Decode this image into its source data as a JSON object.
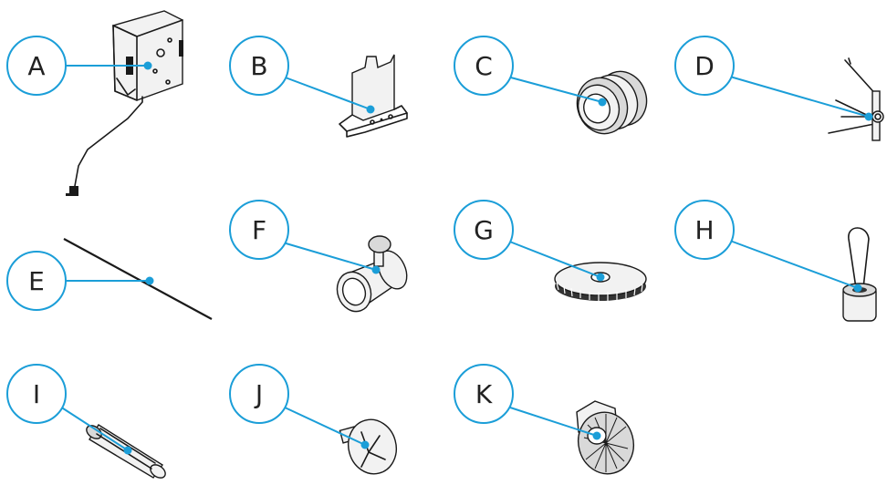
{
  "parts": [
    {
      "id": "A",
      "label": "A",
      "name": "box-with-cord"
    },
    {
      "id": "B",
      "label": "B",
      "name": "bracket"
    },
    {
      "id": "C",
      "label": "C",
      "name": "grommet"
    },
    {
      "id": "D",
      "label": "D",
      "name": "spring-clip"
    },
    {
      "id": "E",
      "label": "E",
      "name": "rod"
    },
    {
      "id": "F",
      "label": "F",
      "name": "thumb-screw-collar"
    },
    {
      "id": "G",
      "label": "G",
      "name": "knurled-washer"
    },
    {
      "id": "H",
      "label": "H",
      "name": "weight-with-loop"
    },
    {
      "id": "I",
      "label": "I",
      "name": "dowel"
    },
    {
      "id": "J",
      "label": "J",
      "name": "phillips-screw"
    },
    {
      "id": "K",
      "label": "K",
      "name": "flange-nut"
    }
  ],
  "colors": {
    "accent": "#1b9ed8",
    "ink": "#1a1a1a"
  }
}
